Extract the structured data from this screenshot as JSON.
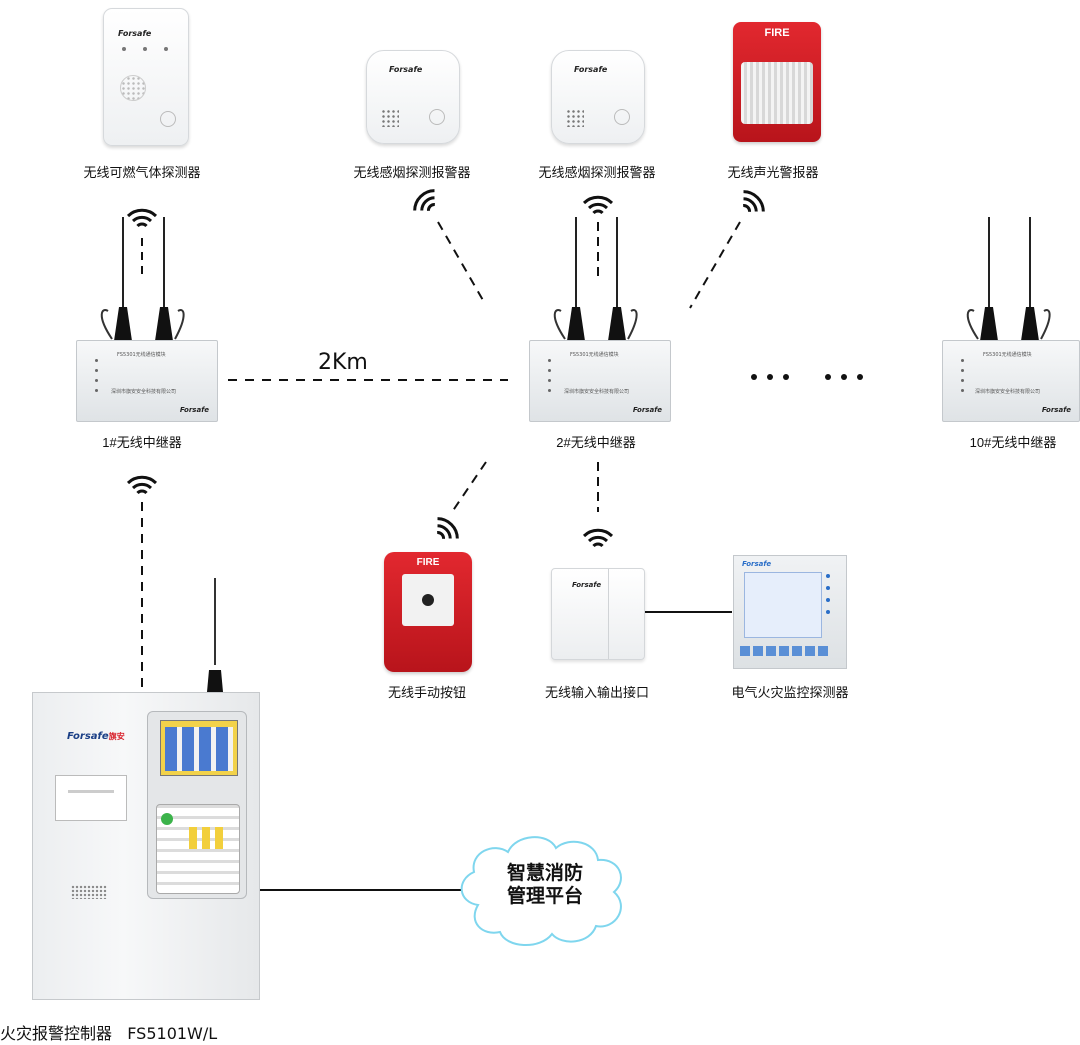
{
  "devices": {
    "gas_detector": {
      "label": "无线可燃气体探测器",
      "brand": "Forsafe"
    },
    "smoke_detector_1": {
      "label": "无线感烟探测报警器",
      "brand": "Forsafe"
    },
    "smoke_detector_2": {
      "label": "无线感烟探测报警器",
      "brand": "Forsafe"
    },
    "sound_light_alarm": {
      "label": "无线声光警报器",
      "fire_text": "FIRE"
    },
    "manual_button": {
      "label": "无线手动按钮",
      "fire_text": "FIRE"
    },
    "io_interface": {
      "label": "无线输入输出接口",
      "brand": "Forsafe"
    },
    "electrical_fire_detector": {
      "label": "电气火灾监控探测器",
      "brand": "Forsafe"
    }
  },
  "repeaters": [
    {
      "label": "1#无线中继器",
      "model": "FS5301无线通信模块",
      "company": "深圳市旗安安全科技有限公司",
      "brand": "Forsafe"
    },
    {
      "label": "2#无线中继器",
      "model": "FS5301无线通信模块",
      "company": "深圳市旗安安全科技有限公司",
      "brand": "Forsafe"
    },
    {
      "label": "10#无线中继器",
      "model": "FS5301无线通信模块",
      "company": "深圳市旗安安全科技有限公司",
      "brand": "Forsafe"
    }
  ],
  "distance_label": "2Km",
  "ellipsis": "•••   •••",
  "cloud": {
    "line1": "智慧消防",
    "line2": "管理平台"
  },
  "controller": {
    "label": "火灾报警控制器   FS5101W/L",
    "brand": "Forsafe",
    "brand_cn": "旗安"
  },
  "colors": {
    "red": "#d8202a",
    "line": "#111111"
  }
}
